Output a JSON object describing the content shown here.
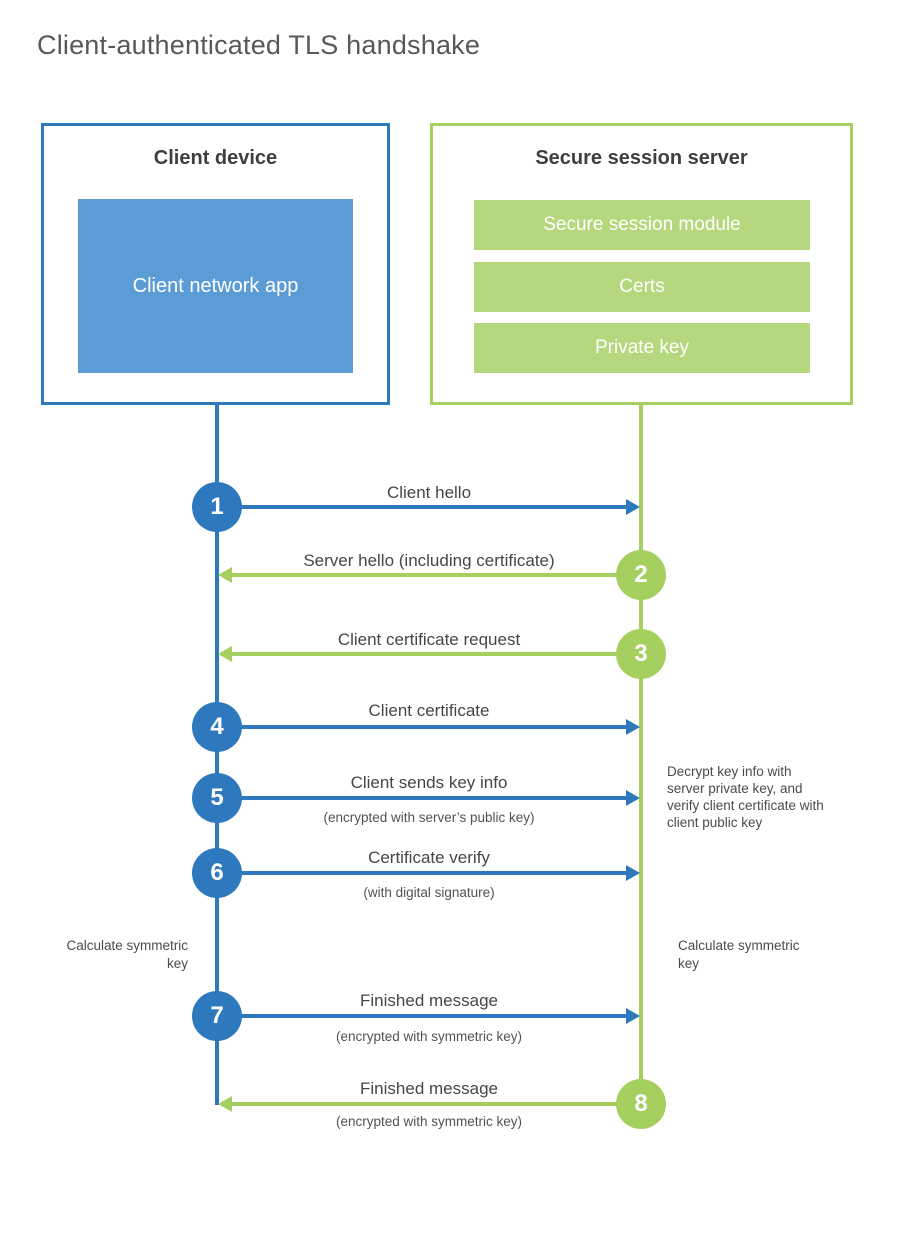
{
  "title": "Client-authenticated TLS handshake",
  "colors": {
    "blue": "#2e79bd",
    "blue_fill": "#5b9cd6",
    "green": "#a5d05f",
    "green_fill": "#b5d77d"
  },
  "client": {
    "title": "Client device",
    "app_label": "Client network app"
  },
  "server": {
    "title": "Secure session server",
    "modules": [
      "Secure session module",
      "Certs",
      "Private key"
    ]
  },
  "steps": [
    {
      "number": "1",
      "label": "Client hello",
      "sublabel": "",
      "direction": "client-to-server",
      "color": "blue"
    },
    {
      "number": "2",
      "label": "Server hello (including certificate)",
      "sublabel": "",
      "direction": "server-to-client",
      "color": "green"
    },
    {
      "number": "3",
      "label": "Client certificate request",
      "sublabel": "",
      "direction": "server-to-client",
      "color": "green"
    },
    {
      "number": "4",
      "label": "Client certificate",
      "sublabel": "",
      "direction": "client-to-server",
      "color": "blue"
    },
    {
      "number": "5",
      "label": "Client sends key info",
      "sublabel": "(encrypted with server’s public key)",
      "direction": "client-to-server",
      "color": "blue"
    },
    {
      "number": "6",
      "label": "Certificate verify",
      "sublabel": "(with digital signature)",
      "direction": "client-to-server",
      "color": "blue"
    },
    {
      "number": "7",
      "label": "Finished message",
      "sublabel": "(encrypted with symmetric key)",
      "direction": "client-to-server",
      "color": "blue"
    },
    {
      "number": "8",
      "label": "Finished message",
      "sublabel": "(encrypted with symmetric key)",
      "direction": "server-to-client",
      "color": "green"
    }
  ],
  "annotations": {
    "decrypt_note": "Decrypt key info with server private key, and verify client certificate with client public key",
    "calc_symmetric_left": "Calculate symmetric key",
    "calc_symmetric_right": "Calculate symmetric key"
  }
}
